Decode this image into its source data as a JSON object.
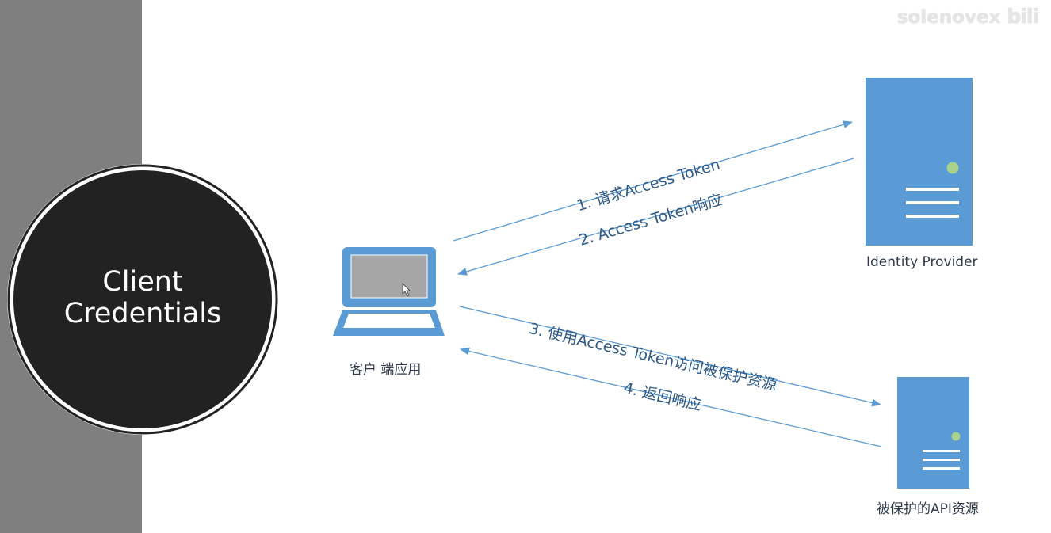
{
  "title": {
    "line1": "Client",
    "line2": "Credentials"
  },
  "nodes": {
    "client": {
      "label": "客户 端应用"
    },
    "identity_provider": {
      "label": "Identity Provider"
    },
    "api_resource": {
      "label": "被保护的API资源"
    }
  },
  "edges": [
    {
      "label": "1. 请求Access Token"
    },
    {
      "label": "2. Access Token响应"
    },
    {
      "label": "3. 使用Access Token访问被保护资源"
    },
    {
      "label": "4. 返回响应"
    }
  ],
  "watermark": {
    "text": "solenovex",
    "logo_text": "bili"
  },
  "colors": {
    "band": "#7f7f7f",
    "circle_fill": "#222222",
    "device_blue": "#5b9bd5",
    "screen_gray": "#a6a6a6",
    "status_light": "#a9d18e",
    "arrow": "#5b9bd5"
  }
}
